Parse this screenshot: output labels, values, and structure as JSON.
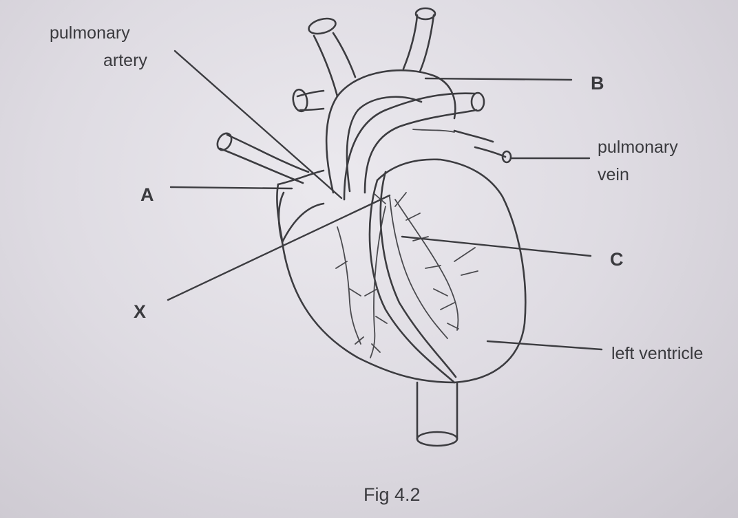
{
  "diagram": {
    "labels": {
      "pulmonary_artery_line1": "pulmonary",
      "pulmonary_artery_line2": "artery",
      "label_a": "A",
      "label_b": "B",
      "label_c": "C",
      "label_x": "X",
      "pulmonary_vein_line1": "pulmonary",
      "pulmonary_vein_line2": "vein",
      "left_ventricle": "left ventricle"
    },
    "caption": "Fig 4.2"
  }
}
